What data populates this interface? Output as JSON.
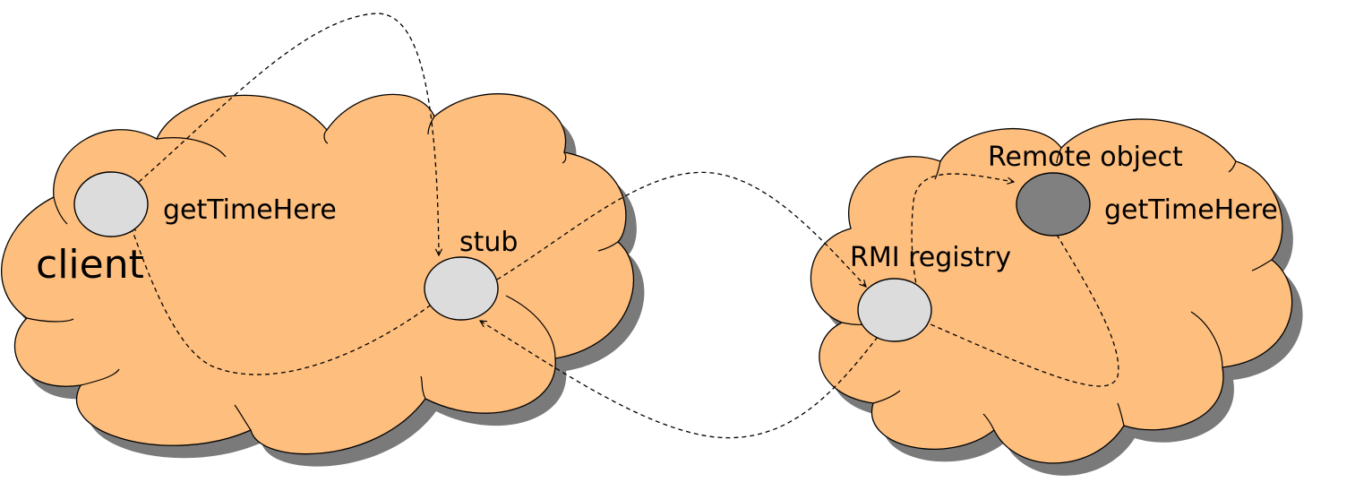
{
  "colors": {
    "cloud": "#FDBE7E",
    "cloud_shadow": "#7a7a7a",
    "node_light": "#DCDCDC",
    "node_dark": "#808080",
    "line": "#000000"
  },
  "left_cloud": {
    "name_label": "client",
    "client_node_label": "getTimeHere",
    "stub_label": "stub"
  },
  "right_cloud": {
    "registry_label": "RMI registry",
    "remote_object_label": "Remote object",
    "remote_method_label": "getTimeHere"
  }
}
